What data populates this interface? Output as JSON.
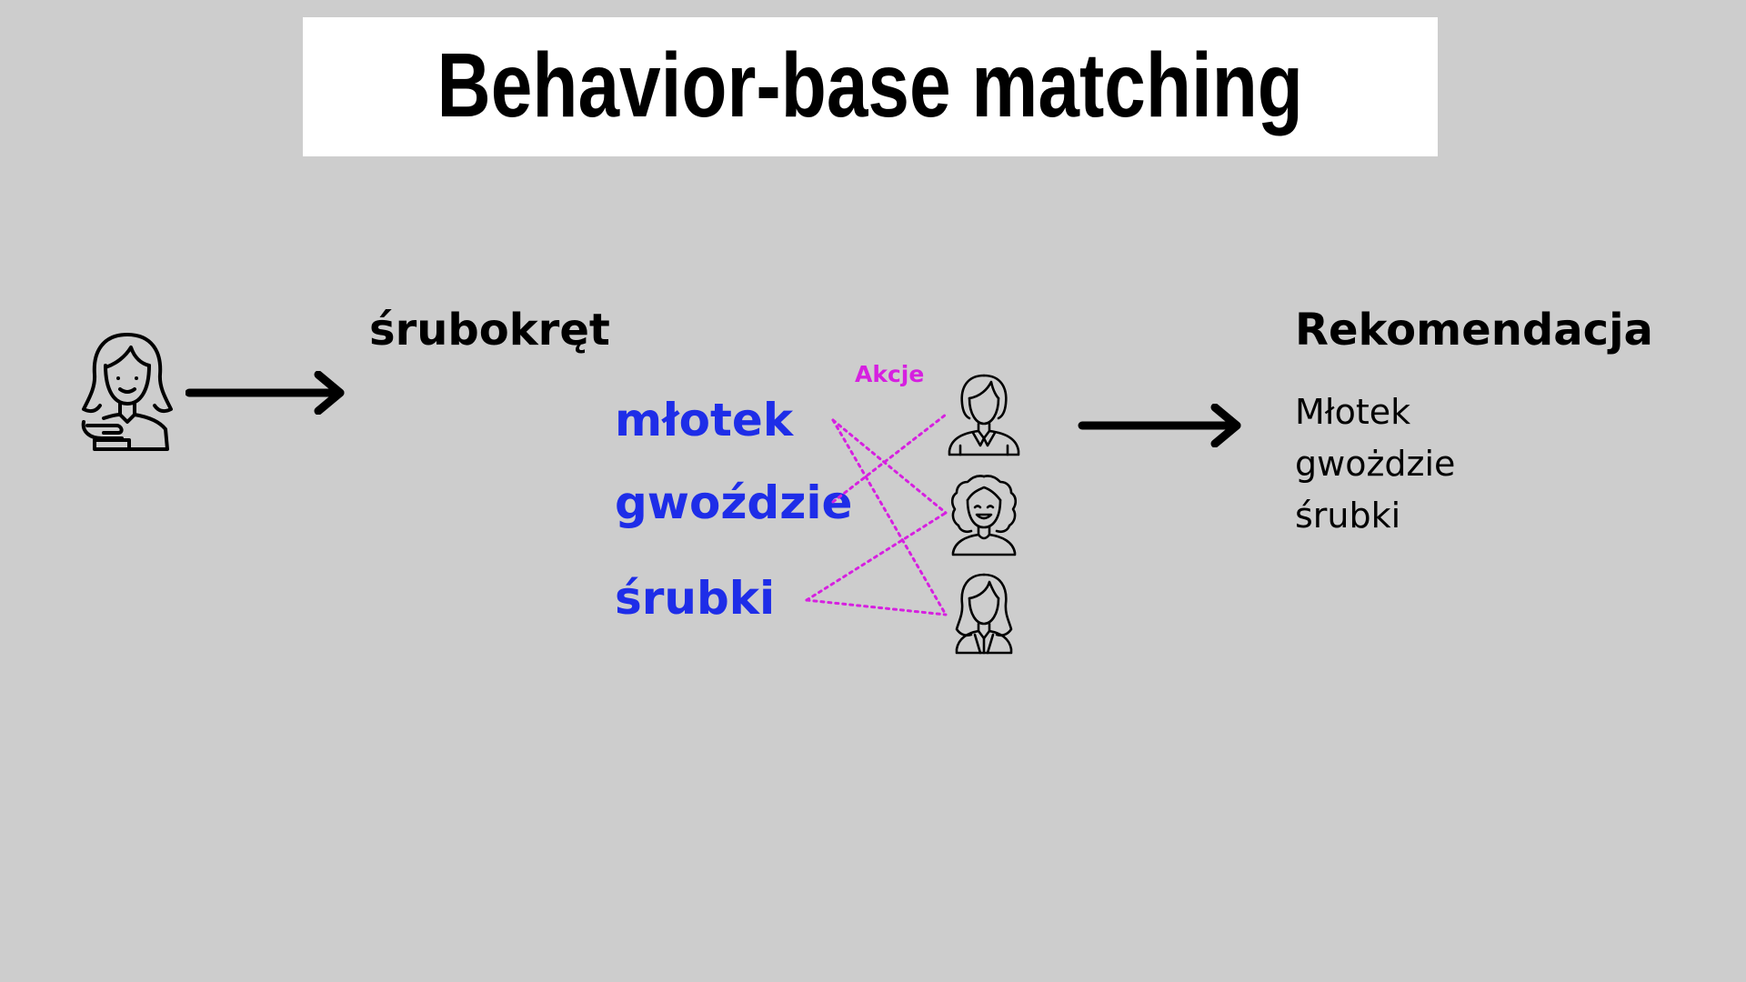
{
  "title": "Behavior-base matching",
  "query_product": "śrubokręt",
  "actions_label": "Akcje",
  "products": [
    {
      "label": "młotek"
    },
    {
      "label": "gwoździe"
    },
    {
      "label": "śrubki"
    }
  ],
  "recommendation": {
    "heading": "Rekomendacja",
    "items": [
      "Młotek",
      "gwożdzie",
      "śrubki"
    ]
  },
  "icons": {
    "customer": "woman-with-product-icon",
    "others": [
      "woman-short-hair-icon",
      "woman-curly-hair-icon",
      "woman-long-hair-icon"
    ]
  },
  "colors": {
    "background": "#cdcdcd",
    "title_box": "#ffffff",
    "product_text": "#1e2de8",
    "action_lines": "#d620e0",
    "arrows": "#000000"
  }
}
